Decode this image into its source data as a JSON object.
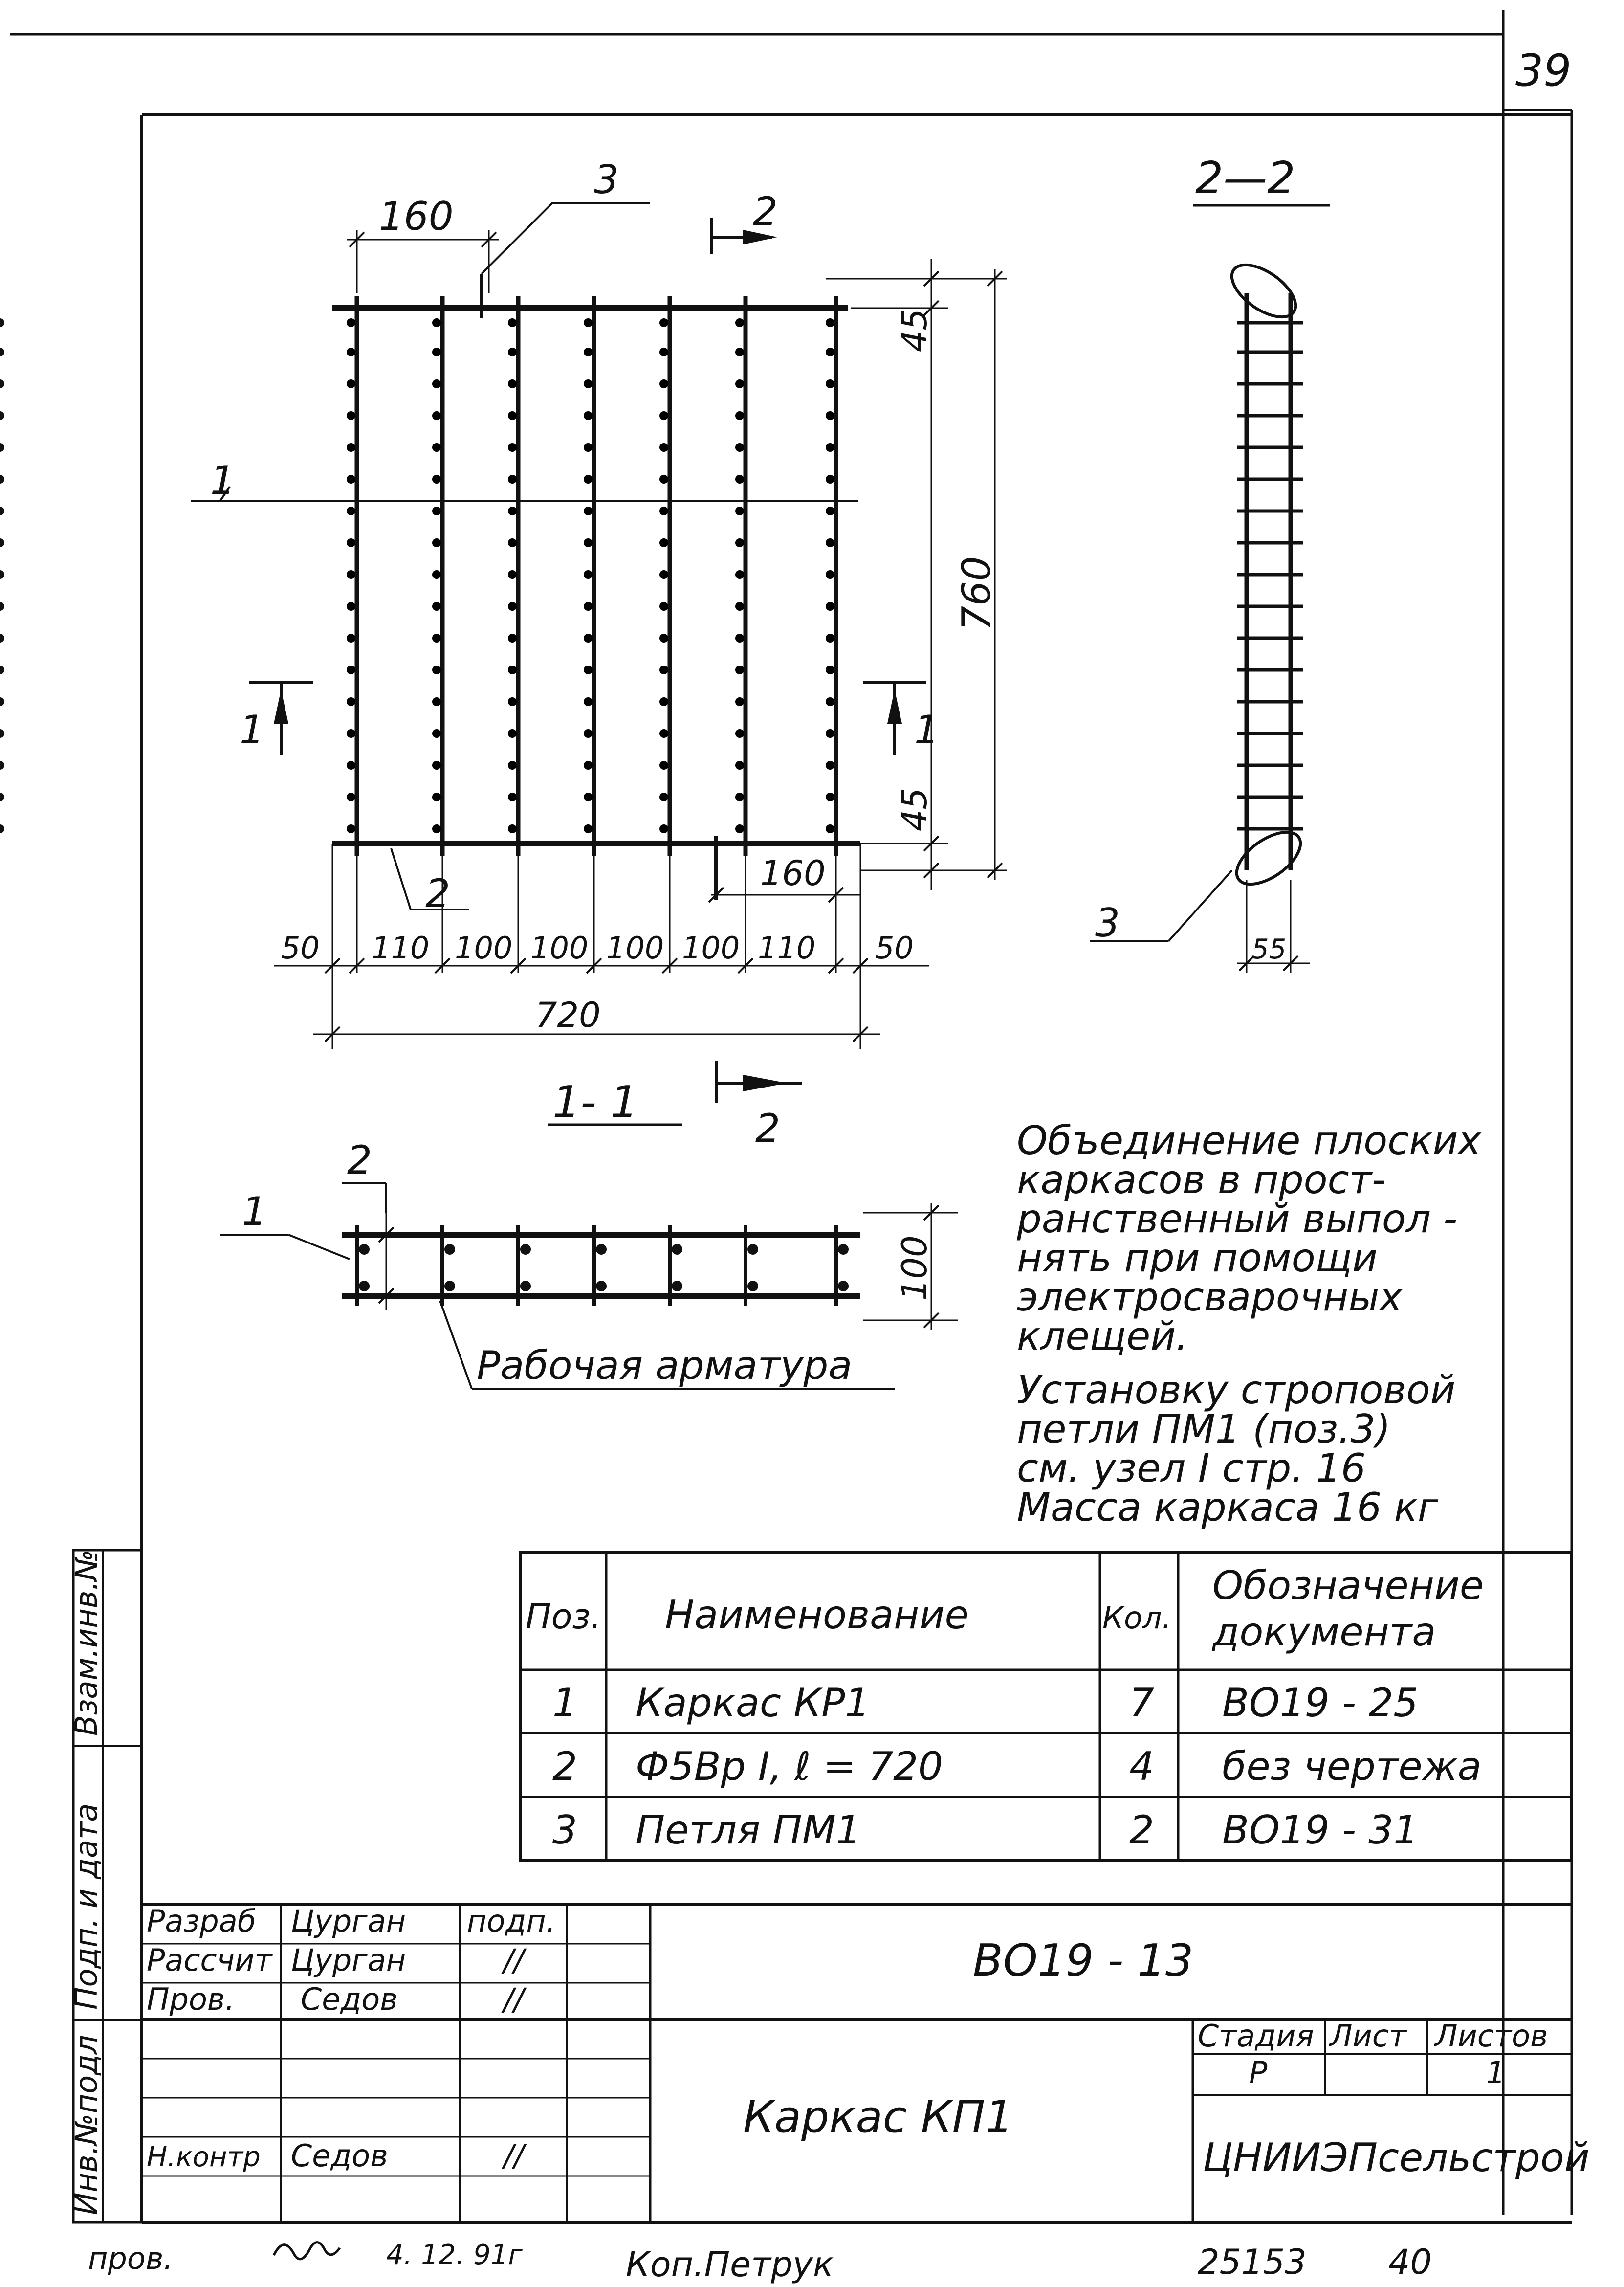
{
  "page_number": "39",
  "views": {
    "front": {
      "marker_pos3": "3",
      "section_2_label": "2",
      "section_1_label": "1",
      "dim_top": "160",
      "dim_height": "760",
      "dim_45_top": "45",
      "dim_45_bottom": "45",
      "dim_160_bottom": "160",
      "marker_pos1": "1",
      "marker_pos2": "2",
      "bottom_dims": [
        "50",
        "110",
        "100",
        "100",
        "100",
        "100",
        "110",
        "50"
      ],
      "dim_total": "720"
    },
    "side": {
      "title": "2—2",
      "marker_pos3": "3",
      "dim_55": "55"
    },
    "section": {
      "title": "1- 1",
      "arrow_label": "2",
      "marker_pos2": "2",
      "marker_pos1": "1",
      "dim_100": "100",
      "working_rebar": "Рабочая арматура"
    }
  },
  "notes": [
    "Объединение плоских",
    "каркасов в прост-",
    "ранственный выпол -",
    "нять при помощи",
    "электросварочных",
    "клещей.",
    "Установку строповой",
    "петли ПМ1 (поз.3)",
    "см. узел I стр. 16",
    "Масса каркаса 16 кг"
  ],
  "spec_table": {
    "headers": {
      "pos": "Поз.",
      "name": "Наименование",
      "qty": "Кол.",
      "doc_line1": "Обозначение",
      "doc_line2": "документа"
    },
    "rows": [
      {
        "pos": "1",
        "name": "Каркас    КР1",
        "qty": "7",
        "doc": "ВО19 - 25"
      },
      {
        "pos": "2",
        "name": "Ф5Вр I,  ℓ = 720",
        "qty": "4",
        "doc": "без чертежа"
      },
      {
        "pos": "3",
        "name": "Петля     ПМ1",
        "qty": "2",
        "doc": "ВО19 - 31"
      }
    ]
  },
  "side_stamp": {
    "box1": "Инв.№подл",
    "box2": "Подп. и дата",
    "box3": "Взам.инв.№"
  },
  "title_block": {
    "rows": [
      {
        "role": "Разраб",
        "name": "Цурган",
        "sign": "подп."
      },
      {
        "role": "Рассчит",
        "name": "Цурган",
        "sign": "//"
      },
      {
        "role": "Пров.",
        "name": "Седов",
        "sign": "//"
      },
      {
        "role": "Н.контр",
        "name": "Седов",
        "sign": "//"
      }
    ],
    "doc_code": "ВО19 - 13",
    "drawing_title": "Каркас КП1",
    "stage_header": "Стадия",
    "sheet_header": "Лист",
    "sheets_header": "Листов",
    "stage_value": "Р",
    "sheet_value": "",
    "sheets_value": "1",
    "organization": "ЦНИИЭПсельстрой"
  },
  "footer": {
    "checked_label": "пров.",
    "checked_date": "4. 12. 91г",
    "copied": "Коп.Петрук",
    "order_no": "25153",
    "sheet_ref": "40"
  }
}
